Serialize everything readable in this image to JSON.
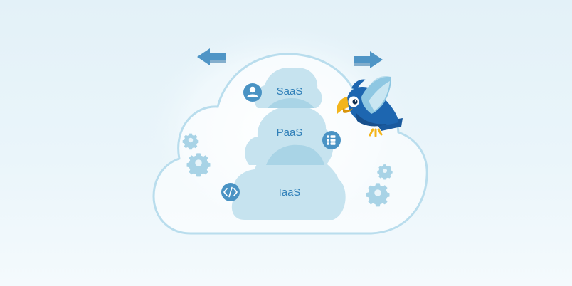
{
  "diagram": {
    "layers": [
      {
        "label": "SaaS",
        "badge_icon": "user-icon"
      },
      {
        "label": "PaaS",
        "badge_icon": "apps-grid-icon"
      },
      {
        "label": "IaaS",
        "badge_icon": "code-icon"
      }
    ],
    "arrows": [
      "arrow-left-icon",
      "arrow-right-icon"
    ],
    "decorations": [
      "gear-icon",
      "parrot-mascot"
    ],
    "colors": {
      "background": "#e3f1f8",
      "cloud_outline": "#b9dded",
      "layer_fill": "#c6e3ef",
      "layer_overlap": "#a9d4e6",
      "label_text": "#2f7fb8",
      "badge": "#4a93c4",
      "gear": "#a8d3e6",
      "arrow": "#4f95c6",
      "parrot_body": "#1d66b0",
      "parrot_beak": "#f3b51c"
    }
  }
}
